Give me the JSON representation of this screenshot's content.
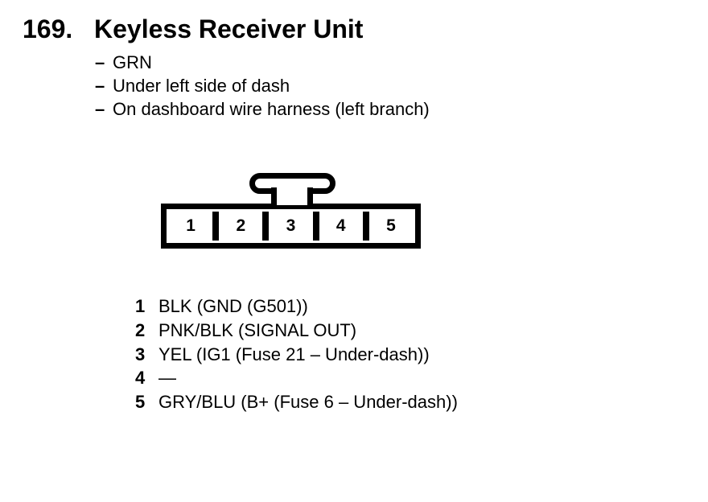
{
  "header": {
    "number": "169.",
    "title": "Keyless Receiver Unit"
  },
  "details": {
    "bullet": "–",
    "items": [
      "GRN",
      "Under left side of dash",
      "On dashboard wire harness (left branch)"
    ]
  },
  "connector": {
    "pins": [
      "1",
      "2",
      "3",
      "4",
      "5"
    ]
  },
  "pinout": {
    "rows": [
      {
        "pin": "1",
        "desc": "BLK (GND (G501))"
      },
      {
        "pin": "2",
        "desc": "PNK/BLK (SIGNAL OUT)"
      },
      {
        "pin": "3",
        "desc": "YEL (IG1 (Fuse 21 – Under-dash))"
      },
      {
        "pin": "4",
        "desc": "—"
      },
      {
        "pin": "5",
        "desc": "GRY/BLU (B+ (Fuse 6 – Under-dash))"
      }
    ]
  },
  "colors": {
    "ink": "#000000",
    "paper": "#ffffff"
  }
}
